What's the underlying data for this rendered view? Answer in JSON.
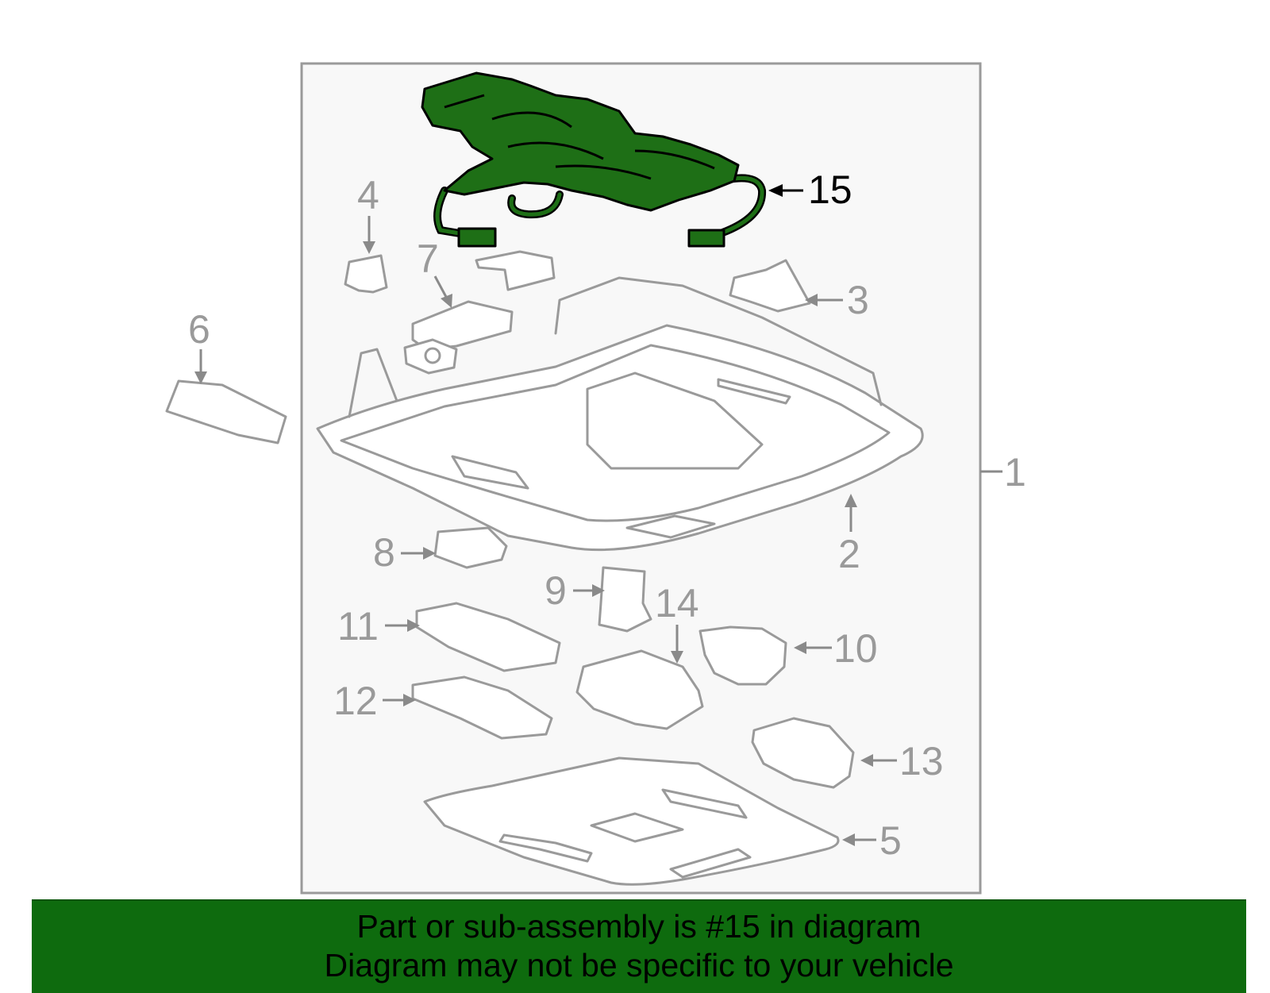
{
  "diagram": {
    "highlight_color": "#1e6f16",
    "line_color": "#9a9a9a",
    "callouts": [
      {
        "id": "1",
        "label": "1"
      },
      {
        "id": "2",
        "label": "2"
      },
      {
        "id": "3",
        "label": "3"
      },
      {
        "id": "4",
        "label": "4"
      },
      {
        "id": "5",
        "label": "5"
      },
      {
        "id": "6",
        "label": "6"
      },
      {
        "id": "7",
        "label": "7"
      },
      {
        "id": "8",
        "label": "8"
      },
      {
        "id": "9",
        "label": "9"
      },
      {
        "id": "10",
        "label": "10"
      },
      {
        "id": "11",
        "label": "11"
      },
      {
        "id": "12",
        "label": "12"
      },
      {
        "id": "13",
        "label": "13"
      },
      {
        "id": "14",
        "label": "14"
      },
      {
        "id": "15",
        "label": "15",
        "highlighted": true
      }
    ]
  },
  "banner": {
    "color": "#0e6b0e",
    "line1": "Part or sub-assembly is #15 in diagram",
    "line2": "Diagram may not be specific to your vehicle"
  }
}
